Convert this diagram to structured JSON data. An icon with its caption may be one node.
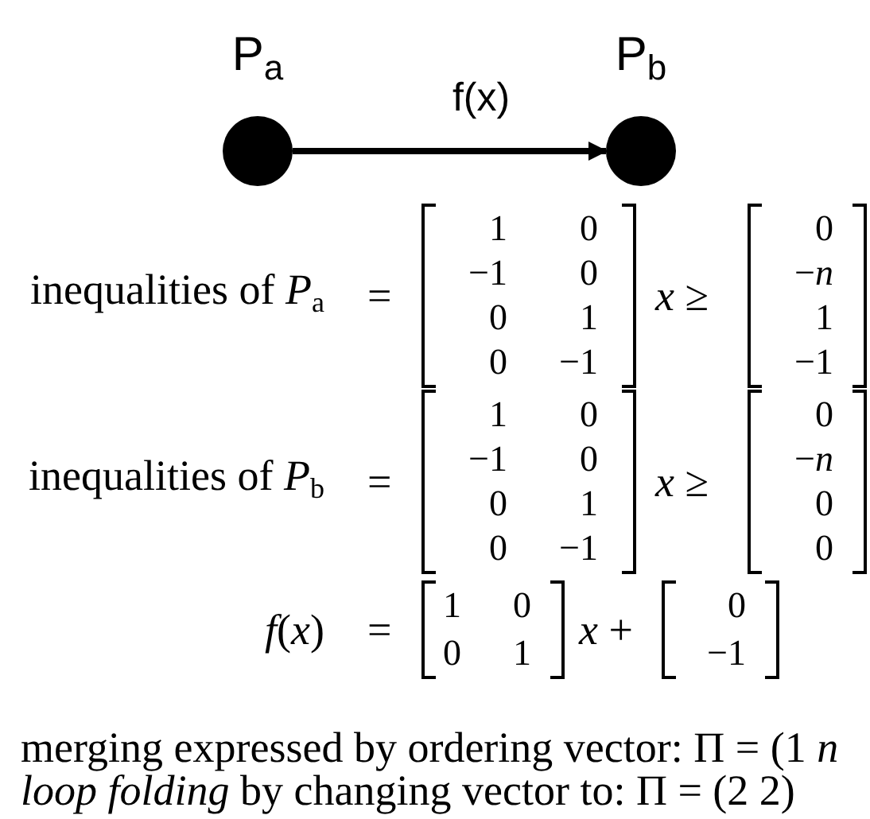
{
  "diagram": {
    "nodes": [
      {
        "text": [
          "P$_{a}$"
        ]
      },
      {
        "text": [
          "P$_{b}$"
        ]
      }
    ],
    "edges": [
      {
        "from": 0,
        "to": 1,
        "arrow": "to",
        "label": "f(x)"
      }
    ],
    "labels": [
      "inequalities of *P*$_{a}$",
      "=",
      "1",
      "0",
      "−1",
      "0",
      "0",
      "1",
      "0",
      "−1",
      "*x* ≥",
      "0",
      "−*n*",
      "1",
      "−1",
      "inequalities of *P*$_{b}$",
      "=",
      "1",
      "0",
      "−1",
      "0",
      "0",
      "1",
      "0",
      "−1",
      "*x* ≥",
      "0",
      "−*n*",
      "0",
      "0",
      "*f*(*x*)",
      "=",
      "1",
      "0",
      "0",
      "1",
      "*x* +",
      "0",
      "−1",
      "merging expressed by ordering vector: Π = (1 *n*",
      "*loop folding* by changing vector to: Π = (2 2)"
    ]
  }
}
